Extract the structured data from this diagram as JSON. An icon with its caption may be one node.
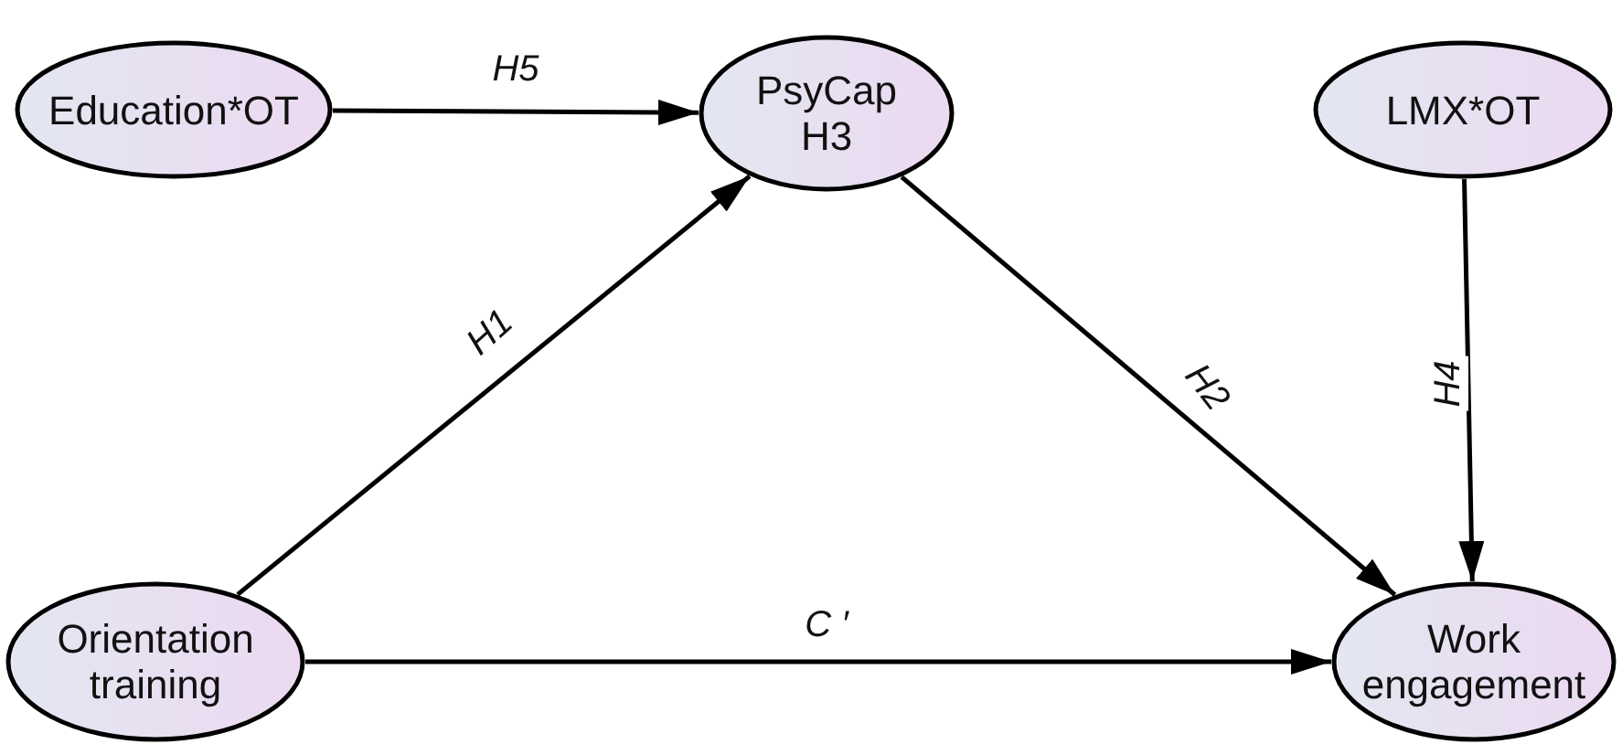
{
  "diagram": {
    "nodes": [
      {
        "text": [
          "Education*OT"
        ]
      },
      {
        "text": [
          "PsyCap",
          "H3"
        ]
      },
      {
        "text": [
          "LMX*OT"
        ]
      },
      {
        "text": [
          "Orientation training"
        ]
      },
      {
        "text": [
          "Work engagement"
        ]
      }
    ],
    "edges": [
      {
        "from": 0,
        "to": 1,
        "arrow": "to",
        "label": "H5"
      },
      {
        "from": 3,
        "to": 1,
        "arrow": "to",
        "label": "H1"
      },
      {
        "from": 1,
        "to": 4,
        "arrow": "to",
        "label": "H2"
      },
      {
        "from": 2,
        "to": 4,
        "arrow": "to",
        "label": "H4"
      },
      {
        "from": 3,
        "to": 4,
        "arrow": "to",
        "label": "C ′"
      }
    ]
  }
}
